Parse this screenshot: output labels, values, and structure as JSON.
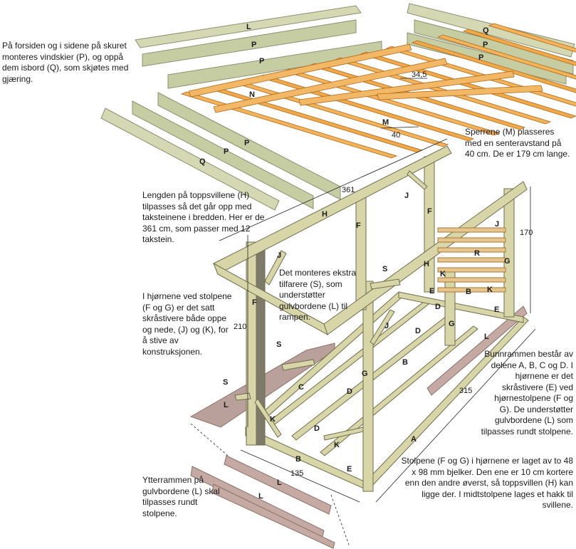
{
  "notes": {
    "vindskier": "På forsiden og i sidene på skuret monteres vindskier (P), og oppå dem isbord (Q), som skjøtes med gjæring.",
    "sperrer": "Sperrene (M) plasseres med en senteravstand på 40 cm. De er 179 cm lange.",
    "toppsviller": "Lengden på toppsvillene (H) tilpasses så det går opp med taksteinene i bredden. Her er de 361 cm, som passer med 12 takstein.",
    "tilfarere": "Det monteres ekstra tilfarere (S), som understøtter gulvbordene (L) til rampen.",
    "skraastivere": "I hjørnene ved stolpene (F og G) er det satt skråstivere både oppe og nede, (J) og (K), for å stive av konstruksjonen.",
    "bunnramme": "Bunnrammen består av delene A, B, C og D. I hjørnene er det skråstivere (E) ved hjørnestolpene (F og G). De understøtter gulvbordene (L) som tilpasses rundt stolpene.",
    "stolper": "Stolpene (F og G) i hjørnene er laget av to 48 x 98 mm bjelker. Den ene er 10 cm kortere enn den andre øverst, så toppsvillen (H) kan ligge der. I midtstolpene lages et hakk til svillene.",
    "ytterramme": "Ytterrammen på gulvbordene (L) skal tilpasses rundt stolpene."
  },
  "dimensions": {
    "spacing_345": "34,5",
    "spacing_40": "40",
    "length_361": "361",
    "height_210": "210",
    "height_170": "170",
    "depth_315": "315",
    "width_135": "135"
  },
  "part_letters": [
    "A",
    "B",
    "C",
    "D",
    "E",
    "F",
    "G",
    "H",
    "J",
    "K",
    "L",
    "M",
    "N",
    "P",
    "Q",
    "R",
    "S"
  ],
  "colors": {
    "green_board": "#c9cfa6",
    "green_board_dark": "#a9b285",
    "orange_rafter": "#f0a94a",
    "orange_rafter_dark": "#d9882c",
    "frame_wood": "#d8d6a9",
    "frame_wood_dark": "#b7b48a",
    "floor_board": "#b59a93",
    "floor_board_dark": "#957a74",
    "line": "#222222"
  }
}
